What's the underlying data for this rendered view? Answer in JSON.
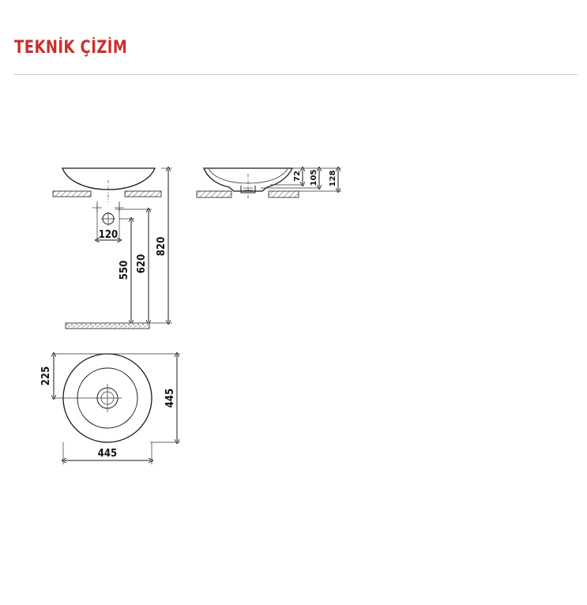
{
  "page": {
    "title": "TEKNİK ÇİZİM",
    "accent_color": "#c9302c"
  },
  "front_view": {
    "dimensions": {
      "tap_spacing": "120",
      "drain_height": "550",
      "inlet_height": "620",
      "total_height": "820"
    }
  },
  "side_view": {
    "dimensions": {
      "inner_depth": "72",
      "basin_depth": "105",
      "overall_height": "128"
    }
  },
  "top_view": {
    "dimensions": {
      "center_offset": "225",
      "depth": "445",
      "width": "445"
    }
  }
}
